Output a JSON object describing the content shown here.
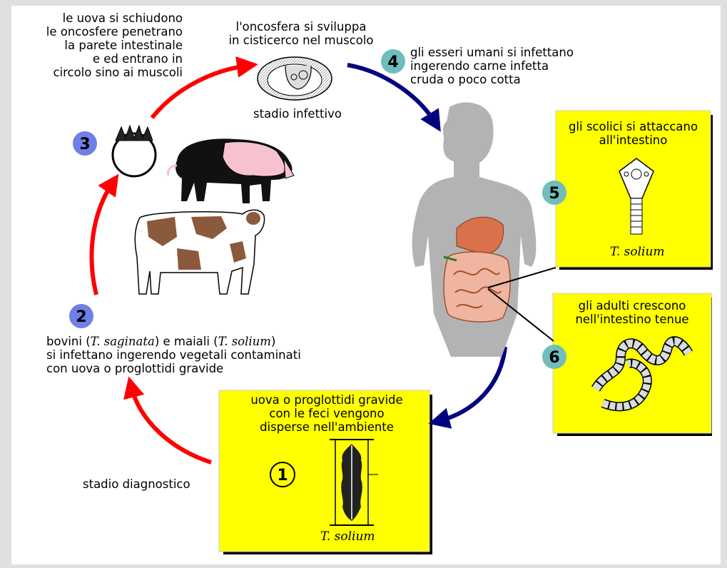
{
  "step3_text": [
    "le uova si schiudono",
    "le oncosfere penetrano",
    "la parete intestinale",
    "e ed entrano in",
    "circolo sino ai muscoli"
  ],
  "top_text": [
    "l'oncosfera si sviluppa",
    "in cisticerco nel muscolo"
  ],
  "infective_stage": "stadio infettivo",
  "step4_text": [
    "gli esseri umani si infettano",
    "ingerendo carne infetta",
    "cruda o poco cotta"
  ],
  "box5": {
    "text": [
      "gli scolici si attaccano",
      "all'intestino"
    ],
    "species": "T. solium"
  },
  "box6": {
    "text": [
      "gli adulti crescono",
      "nell'intestino tenue"
    ]
  },
  "step2_text": {
    "l1_pre": "bovini (",
    "l1_sp1": "T. saginata",
    "l1_mid": ") e maiali (",
    "l1_sp2": "T. solium",
    "l1_post": ")",
    "l2": "si infettano ingerendo vegetali contaminati",
    "l3": "con uova o proglottidi gravide"
  },
  "box1": {
    "text": [
      "uova o proglottidi gravide",
      "con le feci vengono",
      "disperse nell'ambiente"
    ],
    "species": "T. solium"
  },
  "diagnostic_stage": "stadio diagnostico",
  "badges": {
    "b1": "1",
    "b2": "2",
    "b3": "3",
    "b4": "4",
    "b5": "5",
    "b6": "6"
  },
  "colors": {
    "box_fill": "#ffff00",
    "red_arrow": "#ff0000",
    "blue_arrow": "#000080",
    "badge_blue": "#6f7fe6",
    "badge_teal": "#6fbdbd",
    "human": "#b3b3b3"
  }
}
